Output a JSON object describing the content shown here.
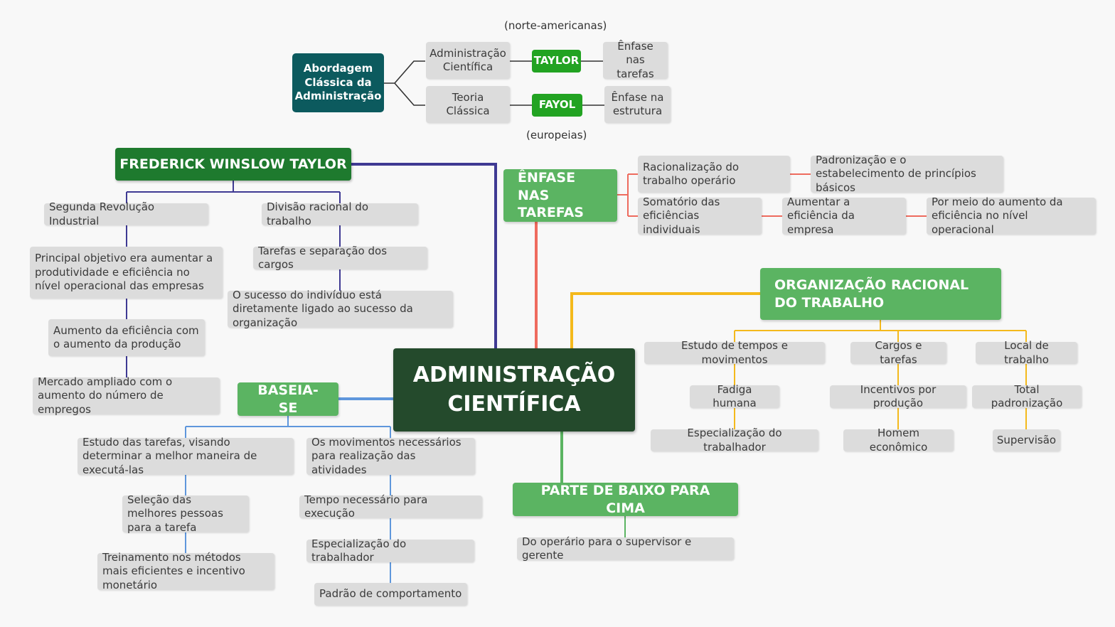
{
  "top": {
    "root": "Abordagem Clássica da Administração",
    "note_top": "(norte-americanas)",
    "note_bottom": "(europeias)",
    "adm_cientifica": "Administração Científica",
    "teoria_classica": "Teoria Clássica",
    "taylor": "TAYLOR",
    "fayol": "FAYOL",
    "enfase_tarefas": "Ênfase nas tarefas",
    "enfase_estrutura": "Ênfase na estrutura"
  },
  "center": {
    "title": "ADMINISTRAÇÃO CIENTÍFICA"
  },
  "taylor_branch": {
    "title": "FREDERICK WINSLOW TAYLOR",
    "left": [
      "Segunda Revolução Industrial",
      "Principal objetivo era aumentar a produtividade e eficiência no nível operacional das empresas",
      "Aumento da eficiência com o aumento da produção",
      "Mercado ampliado com o aumento do número de empregos"
    ],
    "right": [
      "Divisão racional do trabalho",
      "Tarefas e separação dos cargos",
      "O sucesso do indivíduo está diretamente ligado ao sucesso da organização"
    ]
  },
  "enfase_branch": {
    "title": "ÊNFASE NAS TAREFAS",
    "items": [
      "Racionalização do trabalho operário",
      "Padronização e o estabelecimento de princípios básicos",
      "Somatório das eficiências individuais",
      "Aumentar a eficiência da empresa",
      "Por meio do aumento da eficiência no nível operacional"
    ]
  },
  "org_branch": {
    "title": "ORGANIZAÇÃO RACIONAL DO TRABALHO",
    "col1": [
      "Estudo de tempos e movimentos",
      "Fadiga humana",
      "Especialização do trabalhador"
    ],
    "col2": [
      "Cargos e tarefas",
      "Incentivos por produção",
      "Homem econômico"
    ],
    "col3": [
      "Local de trabalho",
      "Total padronização",
      "Supervisão"
    ]
  },
  "baseia_branch": {
    "title": "BASEIA-SE",
    "left": [
      "Estudo das tarefas, visando determinar a melhor maneira de executá-las",
      "Seleção das melhores pessoas para a tarefa",
      "Treinamento nos métodos mais eficientes e incentivo monetário"
    ],
    "right": [
      "Os movimentos necessários para realização das atividades",
      "Tempo necessário para execução",
      "Especialização do trabalhador",
      "Padrão de comportamento"
    ]
  },
  "baixo_branch": {
    "title": "PARTE DE BAIXO PARA CIMA",
    "items": [
      "Do operário para o supervisor e gerente"
    ]
  },
  "colors": {
    "taylor_line": "#3f3a93",
    "enfase_line": "#ee6b5e",
    "org_line": "#f4b91c",
    "baseia_line": "#5f97dc",
    "baixo_line": "#5bb462",
    "node_gray": "#dcdcdc",
    "header_green": "#5bb462",
    "center_dark": "#244a2c",
    "teal": "#0c5a5e"
  }
}
